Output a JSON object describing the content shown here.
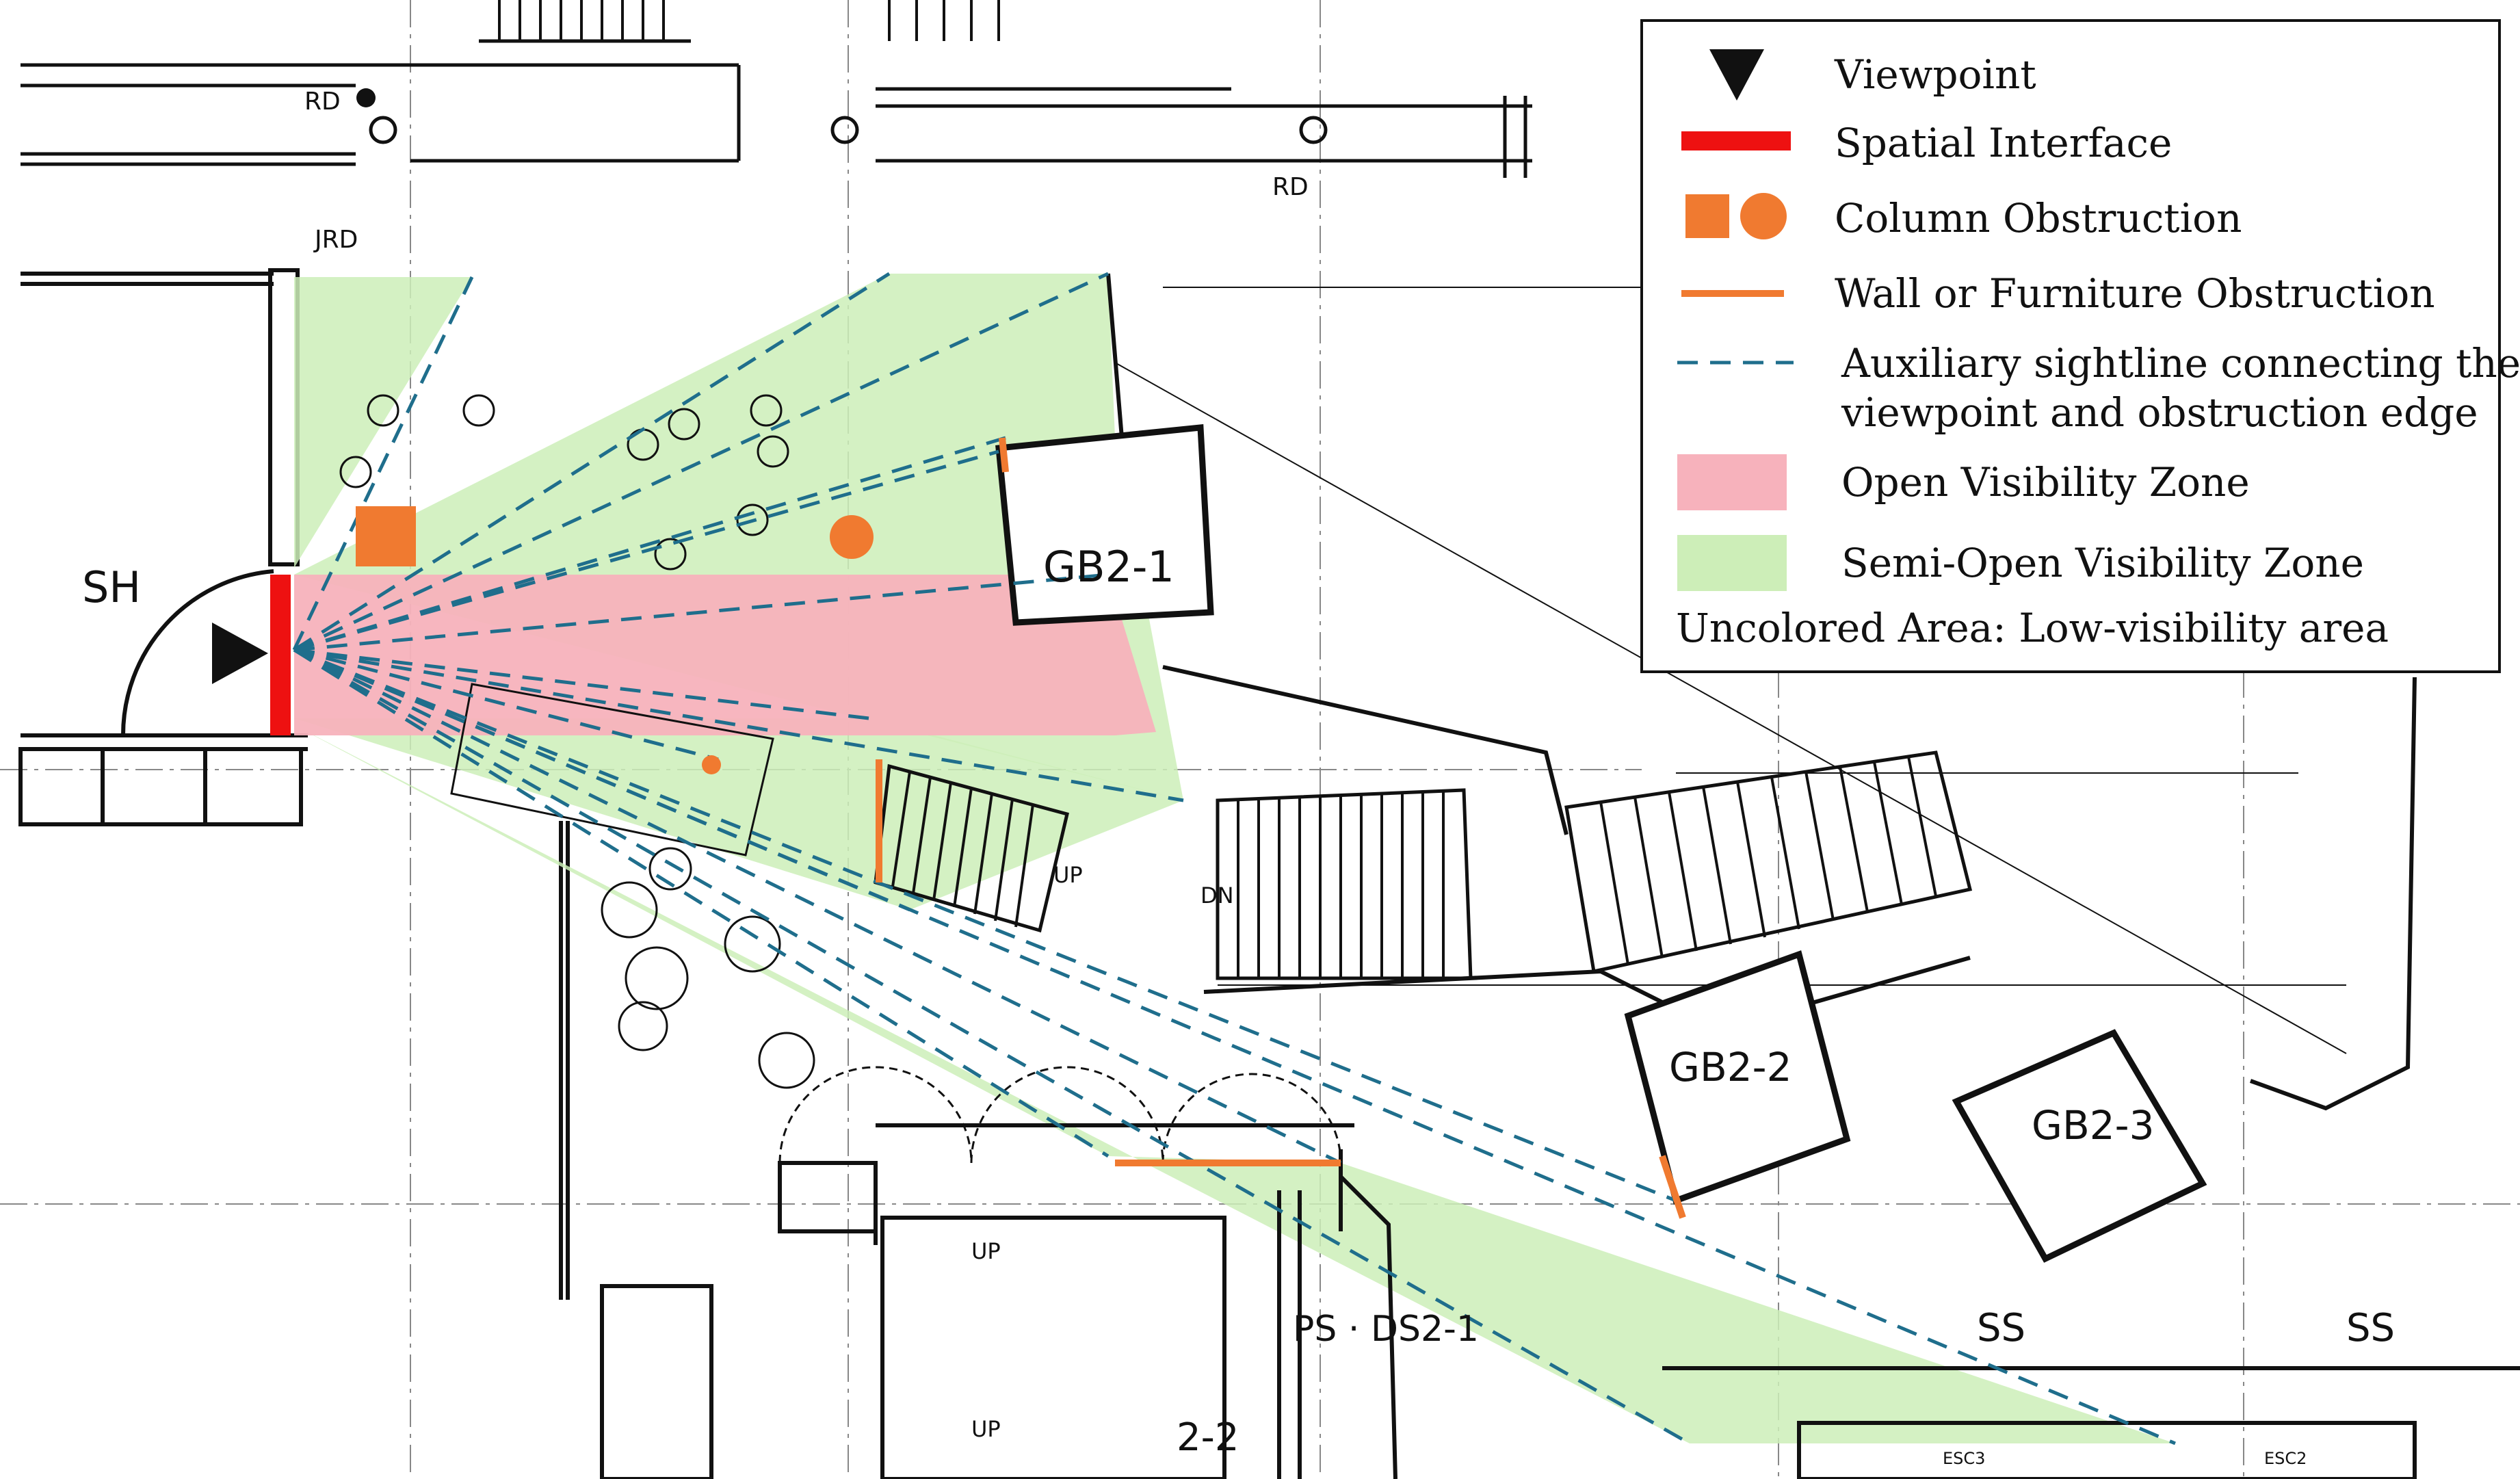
{
  "legend": {
    "viewpoint": "Viewpoint",
    "spatial_interface": "Spatial Interface",
    "column_obstruction": "Column Obstruction",
    "wall_obstruction": "Wall or Furniture Obstruction",
    "auxiliary_line1": "Auxiliary sightline connecting the",
    "auxiliary_line2": "viewpoint and obstruction edge",
    "open_zone": "Open Visibility Zone",
    "semi_open_zone": "Semi-Open Visibility Zone",
    "uncolored_note": "Uncolored Area: Low-visibility area"
  },
  "labels": {
    "sh": "SH",
    "gb2_1": "GB2-1",
    "gb2_2": "GB2-2",
    "gb2_3": "GB2-3",
    "rd_top": "RD",
    "rd_mid": "RD",
    "jrd": "JRD",
    "up_stair": "UP",
    "dn_stair": "DN",
    "up_left1": "UP",
    "up_left2": "UP",
    "ps_ds": "PS · DS2-1",
    "room_22": "2-2",
    "ss1": "SS",
    "ss2": "SS",
    "esc3": "ESC3",
    "esc2": "ESC2"
  },
  "colors": {
    "open_zone": "#f7b2bc",
    "semi_open_zone": "#cdeeb8",
    "spatial_interface": "#ee1111",
    "obstruction": "#f07a30",
    "sightline": "#1f6e8c"
  }
}
